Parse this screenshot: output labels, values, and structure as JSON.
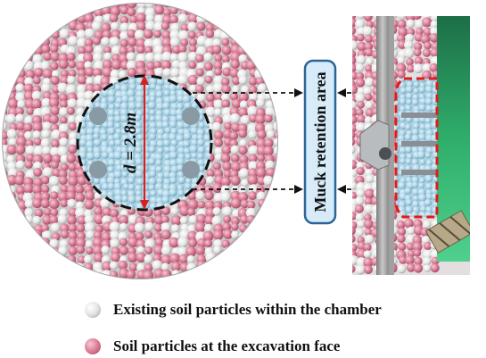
{
  "diameter_label": "d = 2.8m",
  "muck_label": "Muck retention area",
  "legend": {
    "existing": "Existing soil particles within the chamber",
    "excavation": "Soil particles at the excavation face"
  },
  "colors": {
    "existing_particle": "#e9e9e9",
    "excavation_particle": "#d87d95",
    "muck_particle": "#a9d2e4",
    "retention_outline": "#e01b1b",
    "shield_green": "#2fae6b",
    "label_box_fill": "#d7ecf8",
    "label_box_stroke": "#2a6496"
  }
}
